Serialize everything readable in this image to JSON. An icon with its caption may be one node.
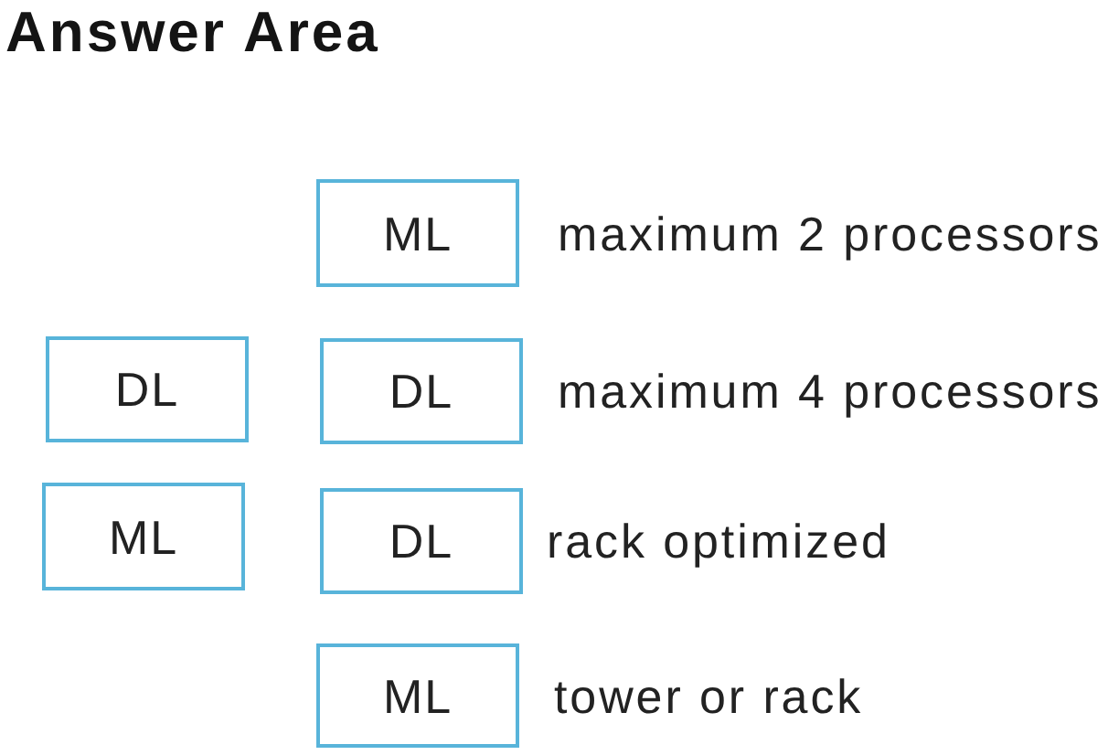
{
  "diagram": {
    "title": "Answer Area",
    "nodes": [
      {
        "text": [
          "ML"
        ],
        "beside": [
          "maximum 2 processors"
        ]
      },
      {
        "text": [
          "DL"
        ]
      },
      {
        "text": [
          "DL"
        ],
        "beside": [
          "maximum 4 processors"
        ]
      },
      {
        "text": [
          "ML"
        ]
      },
      {
        "text": [
          "DL"
        ],
        "beside": [
          "rack optimized"
        ]
      },
      {
        "text": [
          "ML"
        ],
        "beside": [
          "tower or rack"
        ]
      }
    ]
  }
}
